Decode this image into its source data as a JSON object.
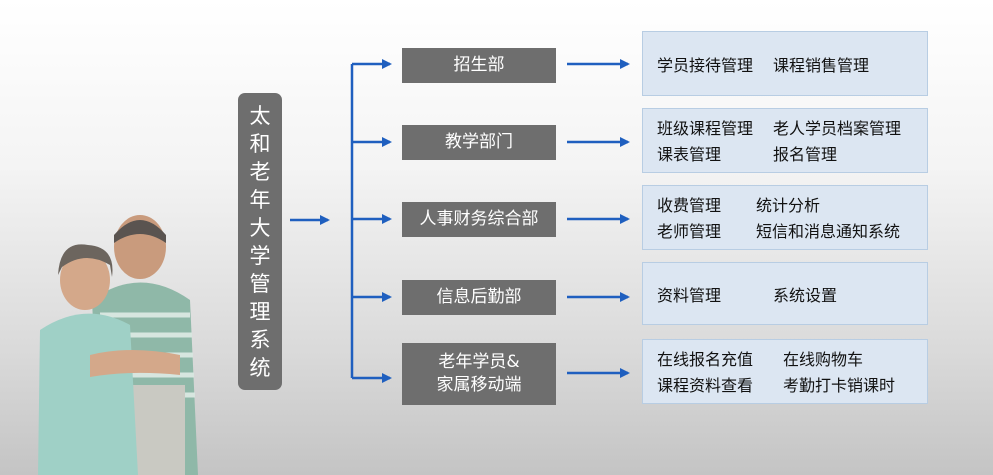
{
  "system_title": [
    "太",
    "和",
    "老",
    "年",
    "大",
    "学",
    "管",
    "理",
    "系",
    "统"
  ],
  "colors": {
    "box_gray": "#6e6e6e",
    "arrow_blue": "#1f5fbf",
    "func_bg": "#dce6f2"
  },
  "image": "elderly-couple-photo",
  "departments": [
    {
      "lines": [
        "招生部"
      ],
      "functions": [
        [
          "学员接待管理",
          "课程销售管理"
        ]
      ]
    },
    {
      "lines": [
        "教学部门"
      ],
      "functions": [
        [
          "班级课程管理",
          "老人学员档案管理"
        ],
        [
          "课表管理",
          "报名管理"
        ]
      ]
    },
    {
      "lines": [
        "人事财务综合部"
      ],
      "functions": [
        [
          "收费管理",
          "统计分析"
        ],
        [
          "老师管理",
          "短信和消息通知系统"
        ]
      ]
    },
    {
      "lines": [
        "信息后勤部"
      ],
      "functions": [
        [
          "资料管理",
          "系统设置"
        ]
      ]
    },
    {
      "lines": [
        "老年学员&",
        "家属移动端"
      ],
      "functions": [
        [
          "在线报名充值",
          "在线购物车"
        ],
        [
          "课程资料查看",
          "考勤打卡销课时"
        ]
      ]
    }
  ]
}
